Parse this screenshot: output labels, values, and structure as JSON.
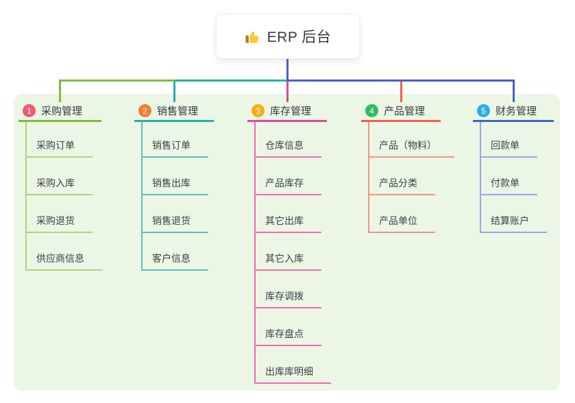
{
  "root": {
    "label": "ERP 后台",
    "icon": "thumbs-up-icon"
  },
  "colors": {
    "page_bg": "#ffffff",
    "panel_bg": "#ECF6E5",
    "root_card_bg": "#ffffff",
    "root_text": "#333a45",
    "root_connector": "#4A5ED0",
    "header_text": "#333a40",
    "leaf_text": "#3a4148"
  },
  "branches": [
    {
      "badge": "1",
      "label": "采购管理",
      "color": "#7CBC3F",
      "line_light": "#A9D47C",
      "badge_color": "#F15A73",
      "children": [
        "采购订单",
        "采购入库",
        "采购退货",
        "供应商信息"
      ]
    },
    {
      "badge": "2",
      "label": "销售管理",
      "color": "#1FB2A8",
      "line_light": "#56C3BB",
      "badge_color": "#F67E2C",
      "children": [
        "销售订单",
        "销售出库",
        "销售退货",
        "客户信息"
      ]
    },
    {
      "badge": "3",
      "label": "库存管理",
      "color": "#DB4897",
      "line_light": "#EF6DAE",
      "badge_color": "#F9AC1B",
      "children": [
        "仓库信息",
        "产品库存",
        "其它出库",
        "其它入库",
        "库存调拨",
        "库存盘点",
        "出库库明细"
      ]
    },
    {
      "badge": "4",
      "label": "产品管理",
      "color": "#F25B50",
      "line_light": "#F79089",
      "badge_color": "#2DBD61",
      "children": [
        "产品（物料）",
        "产品分类",
        "产品单位"
      ]
    },
    {
      "badge": "5",
      "label": "财务管理",
      "color": "#3F62D5",
      "line_light": "#95A7E4",
      "badge_color": "#2FACE3",
      "children": [
        "回款单",
        "付款单",
        "结算账户"
      ]
    }
  ]
}
